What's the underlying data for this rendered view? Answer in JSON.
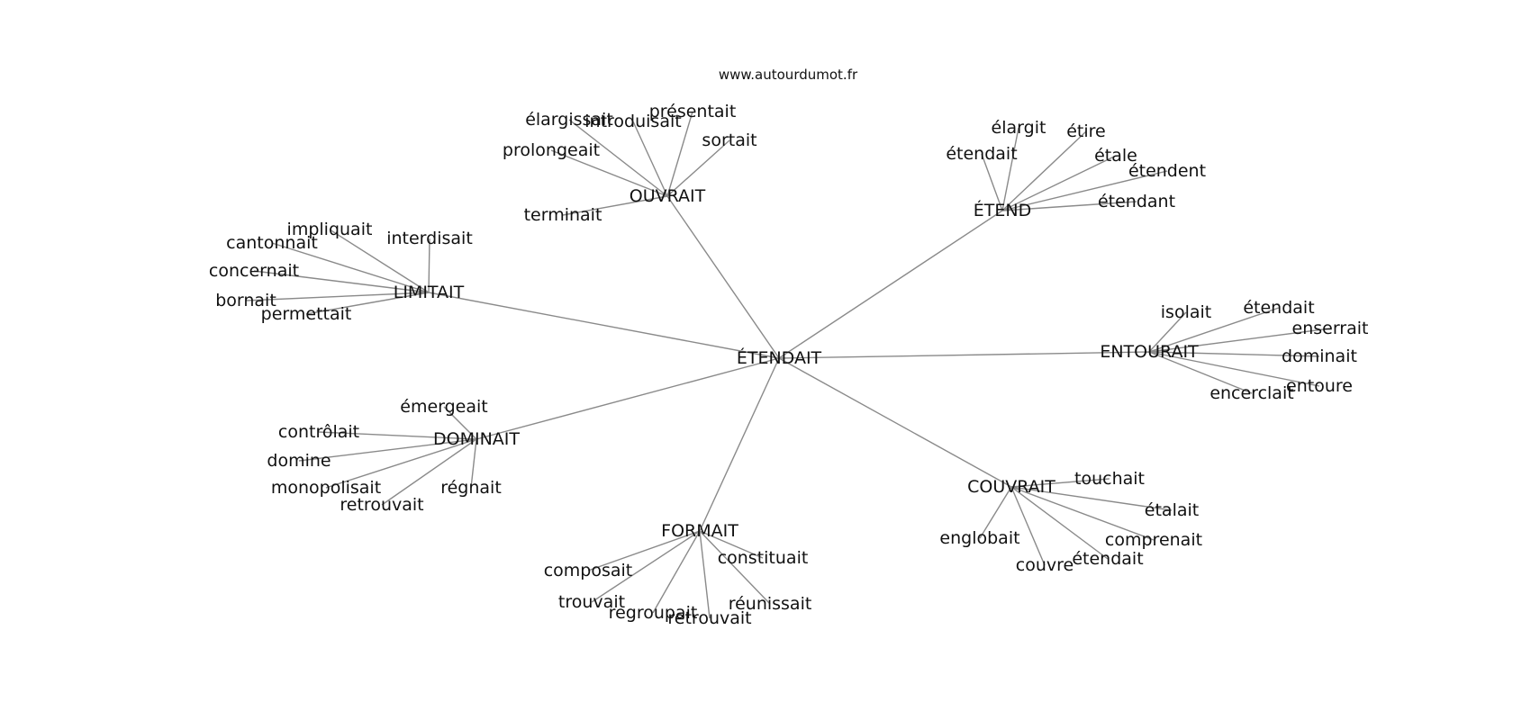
{
  "watermark": "www.autourdumot.fr",
  "root": "ÉTENDAIT",
  "hubs": [
    {
      "id": "ouvrait",
      "label": "OUVRAIT",
      "children": [
        "élargissait",
        "introduisait",
        "présentait",
        "sortait",
        "prolongeait",
        "terminait"
      ]
    },
    {
      "id": "etend",
      "label": "ÉTEND",
      "children": [
        "élargit",
        "étire",
        "étendait",
        "étale",
        "étendent",
        "étendant"
      ]
    },
    {
      "id": "limitait",
      "label": "LIMITAIT",
      "children": [
        "impliquait",
        "cantonnait",
        "interdisait",
        "concernait",
        "bornait",
        "permettait"
      ]
    },
    {
      "id": "entourait",
      "label": "ENTOURAIT",
      "children": [
        "isolait",
        "étendait",
        "enserrait",
        "dominait",
        "entoure",
        "encerclait"
      ]
    },
    {
      "id": "dominait",
      "label": "DOMINAIT",
      "children": [
        "émergeait",
        "contrôlait",
        "domine",
        "monopolisait",
        "retrouvait",
        "régnait"
      ]
    },
    {
      "id": "couvrait",
      "label": "COUVRAIT",
      "children": [
        "touchait",
        "étalait",
        "englobait",
        "comprenait",
        "étendait",
        "couvre"
      ]
    },
    {
      "id": "formait",
      "label": "FORMAIT",
      "children": [
        "constituait",
        "composait",
        "trouvait",
        "réunissait",
        "regroupait",
        "retrouvait"
      ]
    }
  ]
}
